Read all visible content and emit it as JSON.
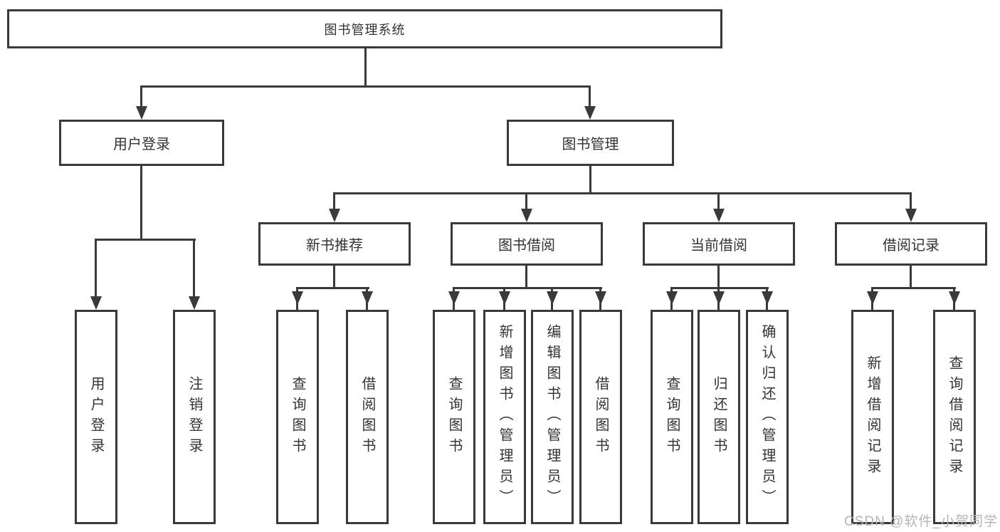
{
  "diagram": {
    "root": {
      "label": "图书管理系统"
    },
    "level2": [
      {
        "label": "用户登录"
      },
      {
        "label": "图书管理"
      }
    ],
    "level3": [
      {
        "label": "新书推荐"
      },
      {
        "label": "图书借阅"
      },
      {
        "label": "当前借阅"
      },
      {
        "label": "借阅记录"
      }
    ],
    "leaves": {
      "user_login": [
        "用户登录",
        "注销登录"
      ],
      "new_book_recommend": [
        "查询图书",
        "借阅图书"
      ],
      "book_borrow": [
        "查询图书",
        "新增图书（管理员）",
        "编辑图书（管理员）",
        "借阅图书"
      ],
      "current_borrow": [
        "查询图书",
        "归还图书",
        "确认归还（管理员）"
      ],
      "borrow_records": [
        "新增借阅记录",
        "查询借阅记录"
      ]
    },
    "watermark": "CSDN @软件_小贺同学",
    "colors": {
      "line": "#3a3a3a",
      "text": "#333333",
      "box_background": "#ffffff",
      "watermark": "#b9b3b3"
    }
  }
}
